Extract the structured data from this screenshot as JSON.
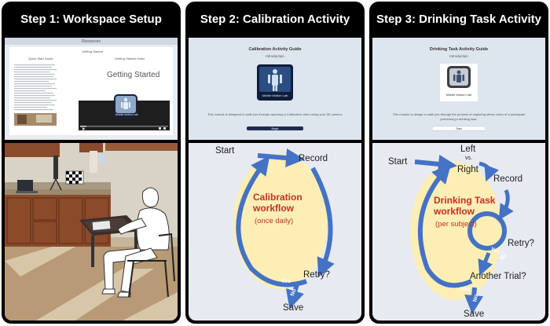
{
  "steps": [
    {
      "title": "Step 1: Workspace Setup"
    },
    {
      "title": "Step 2: Calibration Activity"
    },
    {
      "title": "Step 3: Drinking Task Activity"
    }
  ],
  "workspace_screen": {
    "header": "Resources",
    "subheader": "Getting Started",
    "left_col_title": "Quick Start Guide",
    "right_col_title": "Getting Started Video",
    "video_title": "Getting Started",
    "logo_caption": "Mobile Motion Lab"
  },
  "calibration_screen": {
    "title": "Calibration Activity Guide",
    "subtitle": "Introduction",
    "logo_caption": "Mobile Motion Lab",
    "description": "This module is designed to walk you through capturing a Calibration video using your 3D camera.",
    "button": "Begin"
  },
  "drinking_screen": {
    "title": "Drinking Task Activity Guide",
    "subtitle": "Introduction",
    "logo_caption": "Mobile Motion Lab",
    "description": "This module is design to walk you through the process of capturing stereo video of a participant performing a drinking task.",
    "button": "Start"
  },
  "calibration_flow": {
    "start": "Start",
    "record": "Record",
    "retry": "Retry?",
    "save": "Save",
    "yes": "Yes",
    "no": "No",
    "workflow_line1": "Calibration",
    "workflow_line2": "workflow",
    "workflow_sub": "(once daily)"
  },
  "drinking_flow": {
    "start": "Start",
    "left": "Left",
    "vs": "vs.",
    "right": "Right",
    "record": "Record",
    "retry": "Retry?",
    "another": "Another Trial?",
    "save": "Save",
    "yes": "Yes",
    "no": "No",
    "yes2": "Yes",
    "no2": "No",
    "workflow_line1": "Drinking Task",
    "workflow_line2": "workflow",
    "workflow_sub": "(per subject)"
  },
  "colors": {
    "arrow": "#4472c4",
    "ellipse_fill": "#fdeeb5",
    "workflow_text": "#c0322a",
    "panel": "#000000"
  }
}
